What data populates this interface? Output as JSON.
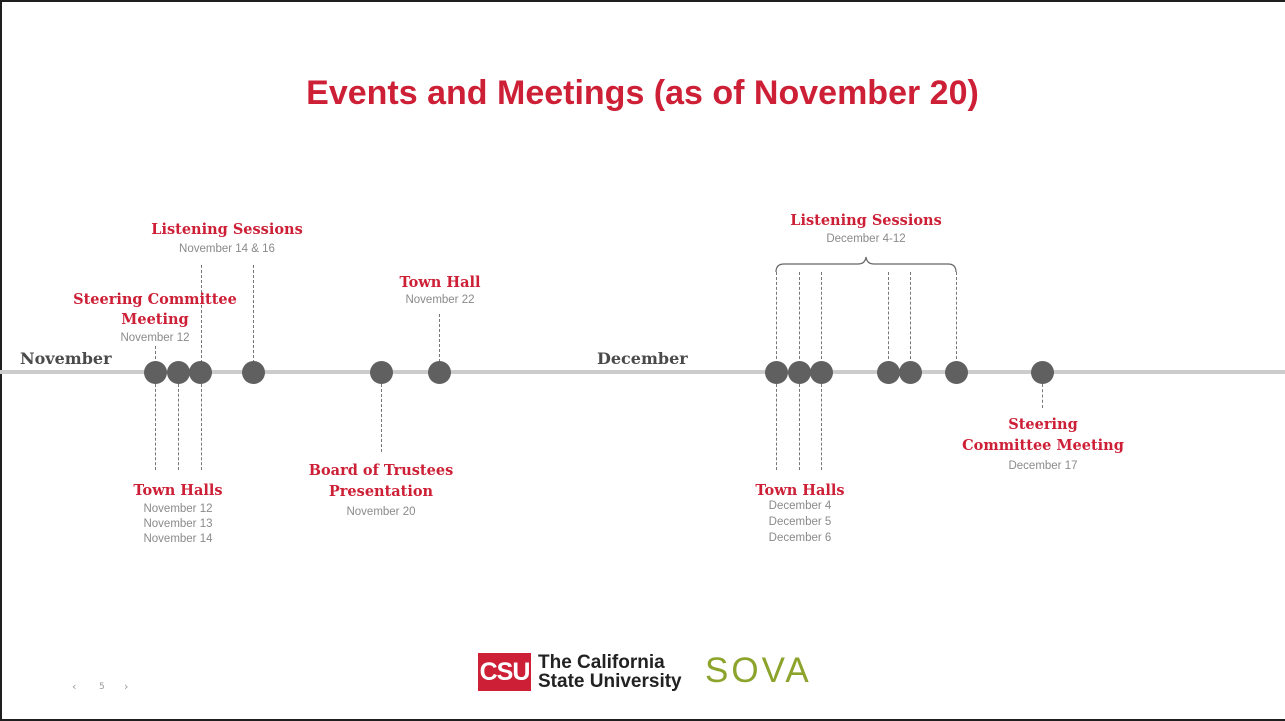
{
  "title": "Events and Meetings (as of November 20)",
  "months": [
    "November",
    "December"
  ],
  "events": {
    "steering_nov": {
      "label": [
        "Steering Committee",
        "Meeting"
      ],
      "date": "November 12"
    },
    "listening_nov": {
      "label": "Listening Sessions",
      "date": "November 14 & 16"
    },
    "townhall_nov22": {
      "label": "Town Hall",
      "date": "November 22"
    },
    "townhalls_nov": {
      "label": "Town Halls",
      "dates": [
        "November 12",
        "November 13",
        "November 14"
      ]
    },
    "board": {
      "label": [
        "Board of Trustees",
        "Presentation"
      ],
      "date": "November 20"
    },
    "listening_dec": {
      "label": "Listening Sessions",
      "date": "December 4-12"
    },
    "townhalls_dec": {
      "label": "Town Halls",
      "dates": [
        "December 4",
        "December 5",
        "December 6"
      ]
    },
    "steering_dec": {
      "label": [
        "Steering",
        "Committee Meeting"
      ],
      "date": "December 17"
    }
  },
  "footer": {
    "page_number": "5",
    "prev": "‹",
    "next": "›",
    "logo_mark": "CSU",
    "logo_name": [
      "The California",
      "State University"
    ],
    "sova": "SOVA"
  },
  "colors": {
    "accent": "#cd1f36",
    "dot": "#606060",
    "axis": "#cccccc",
    "sova": "#8ca32c"
  }
}
